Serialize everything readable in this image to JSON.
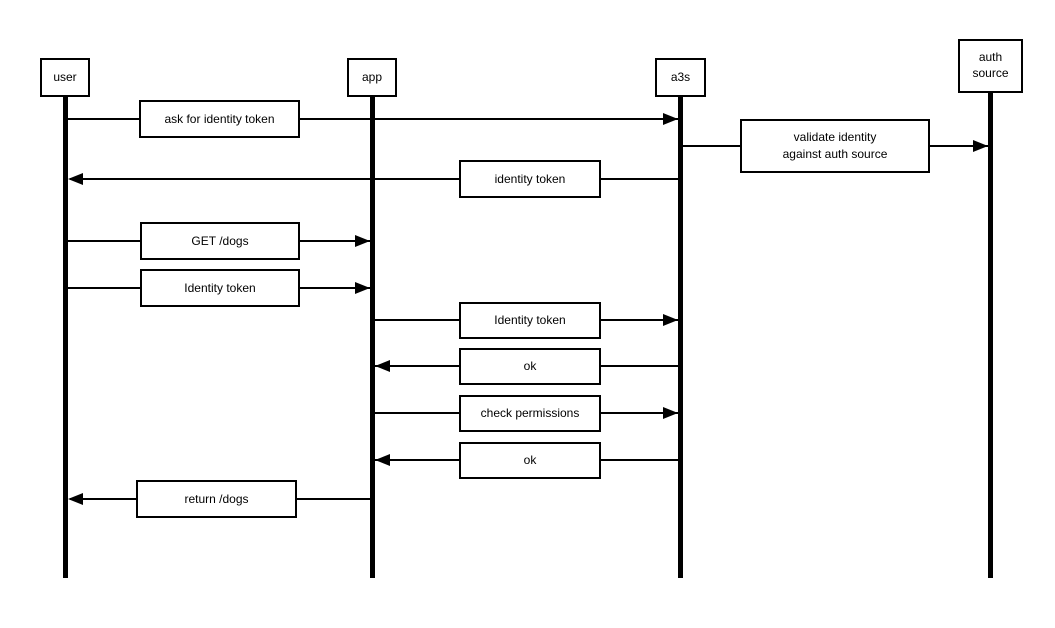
{
  "colors": {
    "ink": "#000000",
    "background": "#ffffff"
  },
  "diagram": {
    "type": "sequence-diagram",
    "actors": [
      {
        "id": "user",
        "label": "user"
      },
      {
        "id": "app",
        "label": "app"
      },
      {
        "id": "a3s",
        "label": "a3s"
      },
      {
        "id": "auth-source",
        "label": "auth\nsource"
      }
    ],
    "messages": [
      {
        "from": "user",
        "to": "a3s",
        "direction": "right",
        "label": "ask for identity token"
      },
      {
        "from": "a3s",
        "to": "auth-source",
        "direction": "right",
        "label": "validate identity\nagainst auth source"
      },
      {
        "from": "a3s",
        "to": "user",
        "direction": "left",
        "label": "identity token"
      },
      {
        "from": "user",
        "to": "app",
        "direction": "right",
        "label": "GET /dogs"
      },
      {
        "from": "user",
        "to": "app",
        "direction": "right",
        "label": "Identity token"
      },
      {
        "from": "app",
        "to": "a3s",
        "direction": "right",
        "label": "Identity token"
      },
      {
        "from": "a3s",
        "to": "app",
        "direction": "left",
        "label": "ok"
      },
      {
        "from": "app",
        "to": "a3s",
        "direction": "right",
        "label": "check permissions"
      },
      {
        "from": "a3s",
        "to": "app",
        "direction": "left",
        "label": "ok"
      },
      {
        "from": "app",
        "to": "user",
        "direction": "left",
        "label": "return /dogs"
      }
    ]
  }
}
